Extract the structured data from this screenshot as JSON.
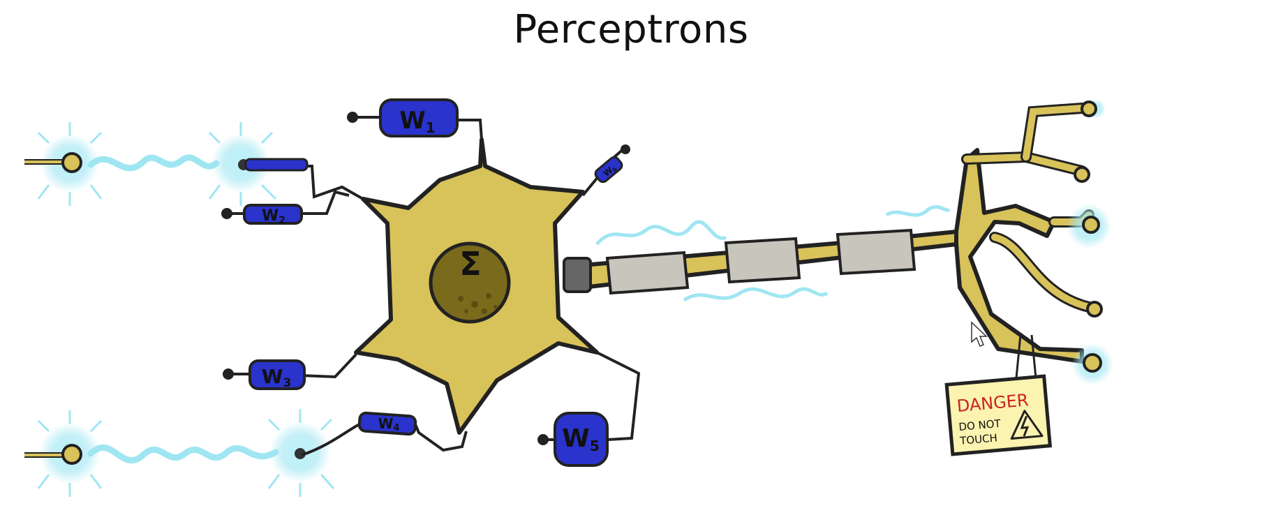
{
  "slide": {
    "title": "Perceptrons"
  },
  "neuron": {
    "sum_symbol": "Σ"
  },
  "weights": [
    {
      "label": "W",
      "sub": "1"
    },
    {
      "label": "W",
      "sub": "2"
    },
    {
      "label": "W",
      "sub": "3"
    },
    {
      "label": "W",
      "sub": "4"
    },
    {
      "label": "W",
      "sub": "5"
    },
    {
      "label": "W",
      "sub": "6"
    }
  ],
  "danger_sign": {
    "heading": "DANGER",
    "line1": "DO NOT",
    "line2": "TOUCH"
  },
  "colors": {
    "cell_body": "#d8c25a",
    "nucleus": "#7a6a1c",
    "weight_battery": "#2a33cc",
    "electric": "#9fe6f2",
    "myelin": "#c8c6bc",
    "sign_bg": "#fbf3b0",
    "sign_heading": "#cc2222"
  }
}
